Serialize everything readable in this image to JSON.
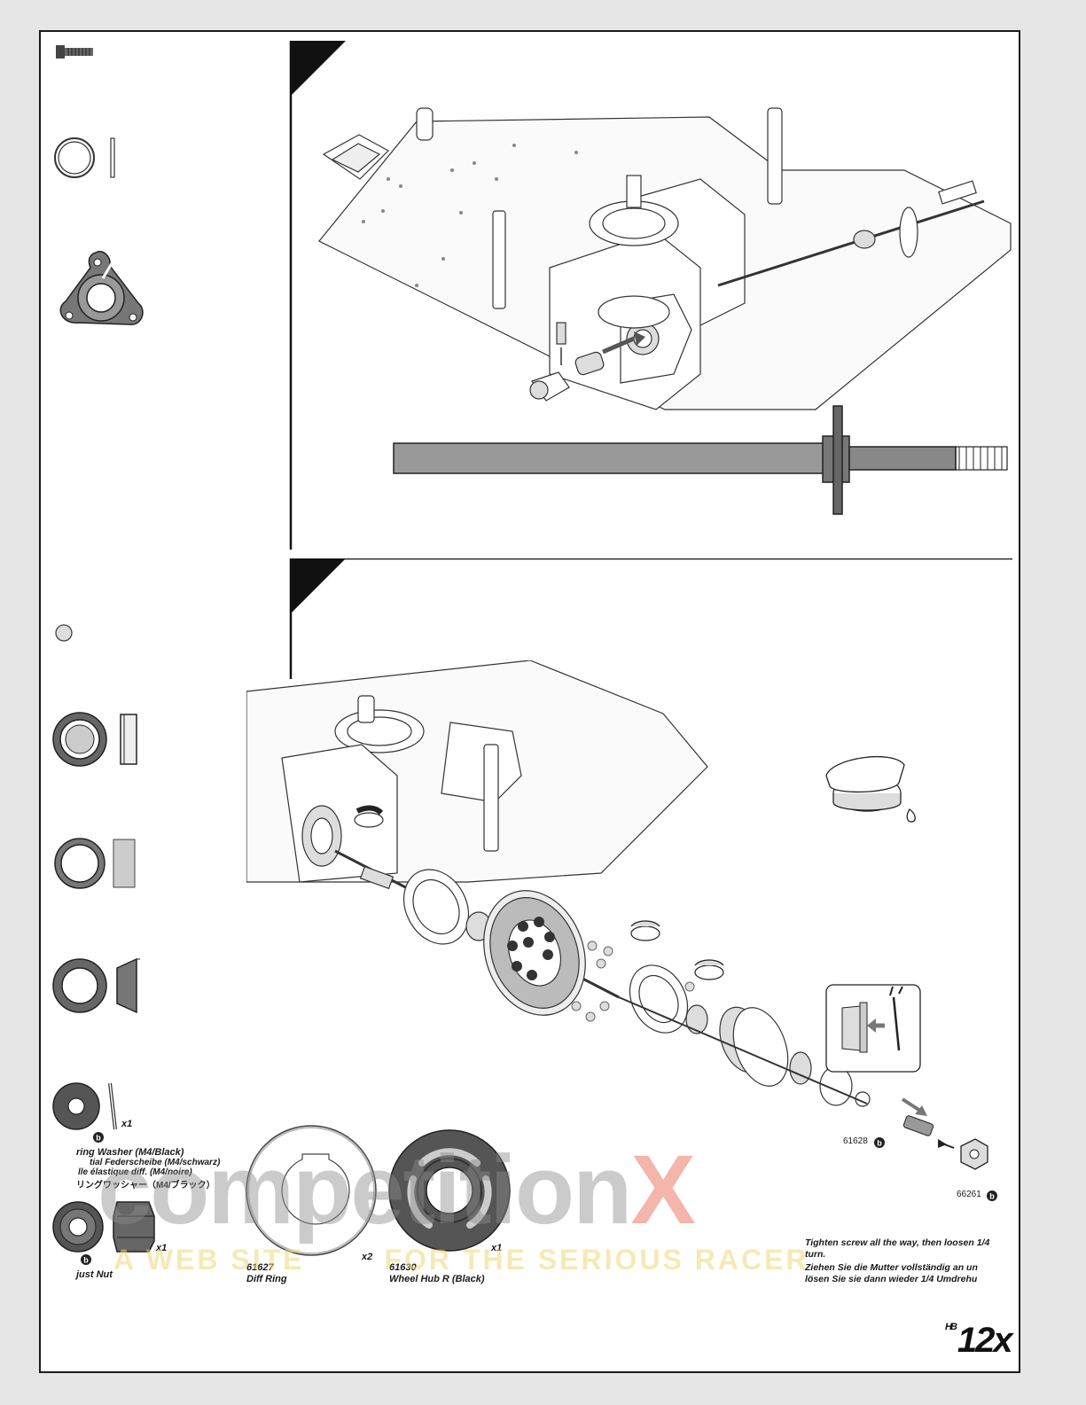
{
  "parts": {
    "spring_washer": {
      "qty": "x1",
      "name_en": "ring Washer (M4/Black)",
      "name_de": "tial Federscheibe (M4/schwarz)",
      "name_fr": "lle élastique diff. (M4/noire)",
      "name_jp": "リングワッシャー（M4/ブラック）"
    },
    "adjust_nut": {
      "qty": "x1",
      "name_en": "just Nut"
    },
    "diff_ring": {
      "qty": "x2",
      "number": "61627",
      "name": "Diff Ring"
    },
    "wheel_hub": {
      "qty": "x1",
      "number": "61630",
      "name": "Wheel Hub R (Black)"
    }
  },
  "callouts": {
    "set_screw": "61628",
    "nut": "66261"
  },
  "notes": {
    "en": "Tighten screw all the way, then loosen 1/4 turn.",
    "de": "Ziehen Sie die Mutter vollständig an un lösen Sie sie dann wieder 1/4 Umdrehu"
  },
  "watermark": {
    "main": "competition",
    "accent": "X",
    "tagline_left": "A WEB SITE",
    "tagline_right": "FOR THE SERIOUS RACER"
  },
  "brand": {
    "prefix": "HB",
    "model": "12x"
  }
}
